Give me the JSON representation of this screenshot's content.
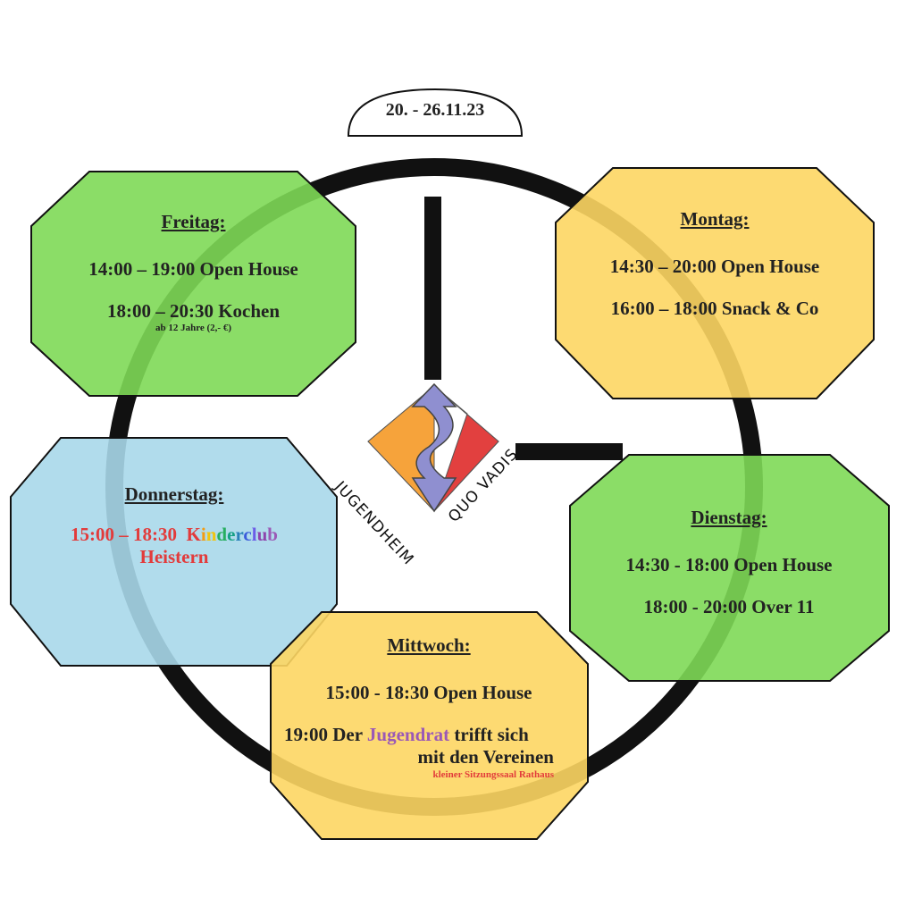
{
  "date_range": "20. - 26.11.23",
  "colors": {
    "green": "#7ed957",
    "yellow": "#fdd663",
    "blue": "#a8d8ea",
    "red_text": "#e23b3b",
    "purple_text": "#9b59b6"
  },
  "logo": {
    "left_text": "JUGENDHEIM",
    "right_text": "QUO VADIS"
  },
  "days": {
    "freitag": {
      "title": "Freitag:",
      "line1": "14:00 – 19:00  Open House",
      "line2": "18:00 – 20:30  Kochen",
      "note": "ab 12 Jahre (2,- €)"
    },
    "montag": {
      "title": "Montag:",
      "line1": "14:30 – 20:00  Open House",
      "line2": "16:00 – 18:00  Snack & Co"
    },
    "donnerstag": {
      "title": "Donnerstag:",
      "time": "15:00 – 18:30",
      "event_letters": [
        "K",
        "i",
        "n",
        "d",
        "e",
        "r",
        "c",
        "l",
        "u",
        "b"
      ],
      "line2": "Heistern"
    },
    "dienstag": {
      "title": "Dienstag:",
      "line1": "14:30 - 18:00  Open House",
      "line2": "18:00 - 20:00  Over 11"
    },
    "mittwoch": {
      "title": "Mittwoch:",
      "line1": "15:00 - 18:30  Open House",
      "line2_pre": "19:00 Der ",
      "line2_highlight": "Jugendrat",
      "line2_post": " trifft sich",
      "line3": "mit den Vereinen",
      "note": "kleiner Sitzungssaal Rathaus"
    }
  }
}
